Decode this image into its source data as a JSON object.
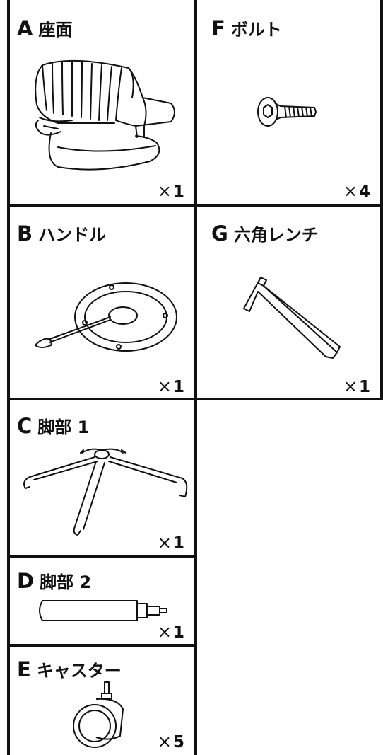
{
  "parts": [
    {
      "id": "A",
      "letter": "A",
      "name": "座面",
      "qty_symbol": "×",
      "qty": "1",
      "icon": "chair-seat-icon"
    },
    {
      "id": "F",
      "letter": "F",
      "name": "ボルト",
      "qty_symbol": "×",
      "qty": "4",
      "icon": "bolt-icon"
    },
    {
      "id": "B",
      "letter": "B",
      "name": "ハンドル",
      "qty_symbol": "×",
      "qty": "1",
      "icon": "handle-plate-icon"
    },
    {
      "id": "G",
      "letter": "G",
      "name": "六角レンチ",
      "qty_symbol": "×",
      "qty": "1",
      "icon": "hex-wrench-icon"
    },
    {
      "id": "C",
      "letter": "C",
      "name": "脚部 1",
      "qty_symbol": "×",
      "qty": "1",
      "icon": "star-base-icon"
    },
    {
      "id": "D",
      "letter": "D",
      "name": "脚部 2",
      "qty_symbol": "×",
      "qty": "1",
      "icon": "gas-cylinder-icon"
    },
    {
      "id": "E",
      "letter": "E",
      "name": "キャスター",
      "qty_symbol": "×",
      "qty": "5",
      "icon": "caster-wheel-icon"
    }
  ],
  "colors": {
    "line": "#111111",
    "background": "#ffffff"
  }
}
